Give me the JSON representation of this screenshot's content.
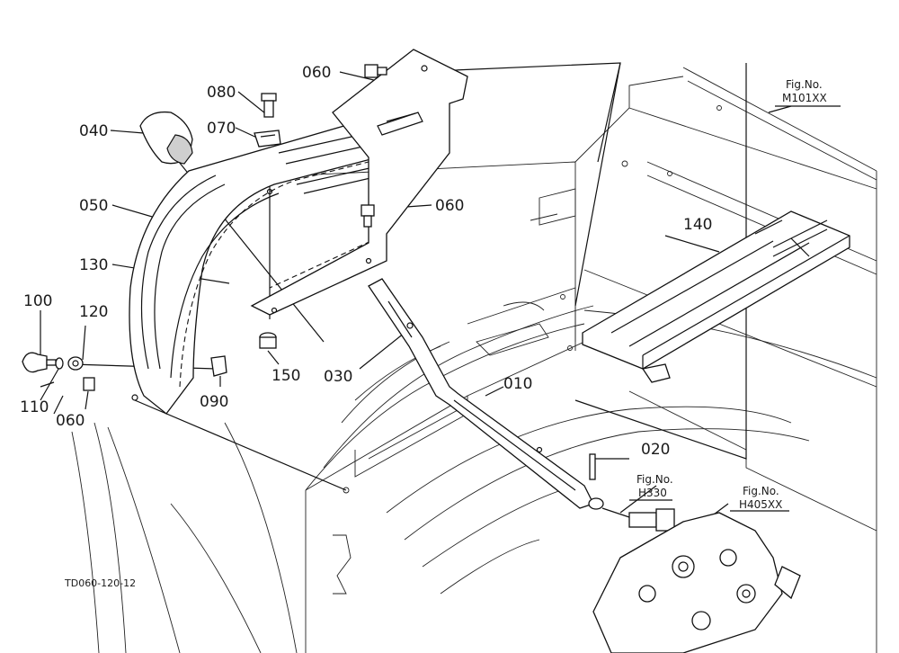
{
  "diagram": {
    "drawing_code": "TD060-120-12",
    "callouts": [
      {
        "id": "060a",
        "text": "060"
      },
      {
        "id": "080",
        "text": "080"
      },
      {
        "id": "070",
        "text": "070"
      },
      {
        "id": "040",
        "text": "040"
      },
      {
        "id": "050",
        "text": "050"
      },
      {
        "id": "060b",
        "text": "060"
      },
      {
        "id": "130",
        "text": "130"
      },
      {
        "id": "100",
        "text": "100"
      },
      {
        "id": "120",
        "text": "120"
      },
      {
        "id": "110",
        "text": "110"
      },
      {
        "id": "060c",
        "text": "060"
      },
      {
        "id": "090",
        "text": "090"
      },
      {
        "id": "150",
        "text": "150"
      },
      {
        "id": "030",
        "text": "030"
      },
      {
        "id": "010",
        "text": "010"
      },
      {
        "id": "140",
        "text": "140"
      },
      {
        "id": "020",
        "text": "020"
      }
    ],
    "fig_refs": [
      {
        "id": "m101",
        "line1": "Fig.No.",
        "line2": "M101XX"
      },
      {
        "id": "h330",
        "line1": "Fig.No.",
        "line2": "H330"
      },
      {
        "id": "h405",
        "line1": "Fig.No.",
        "line2": "H405XX"
      }
    ]
  }
}
